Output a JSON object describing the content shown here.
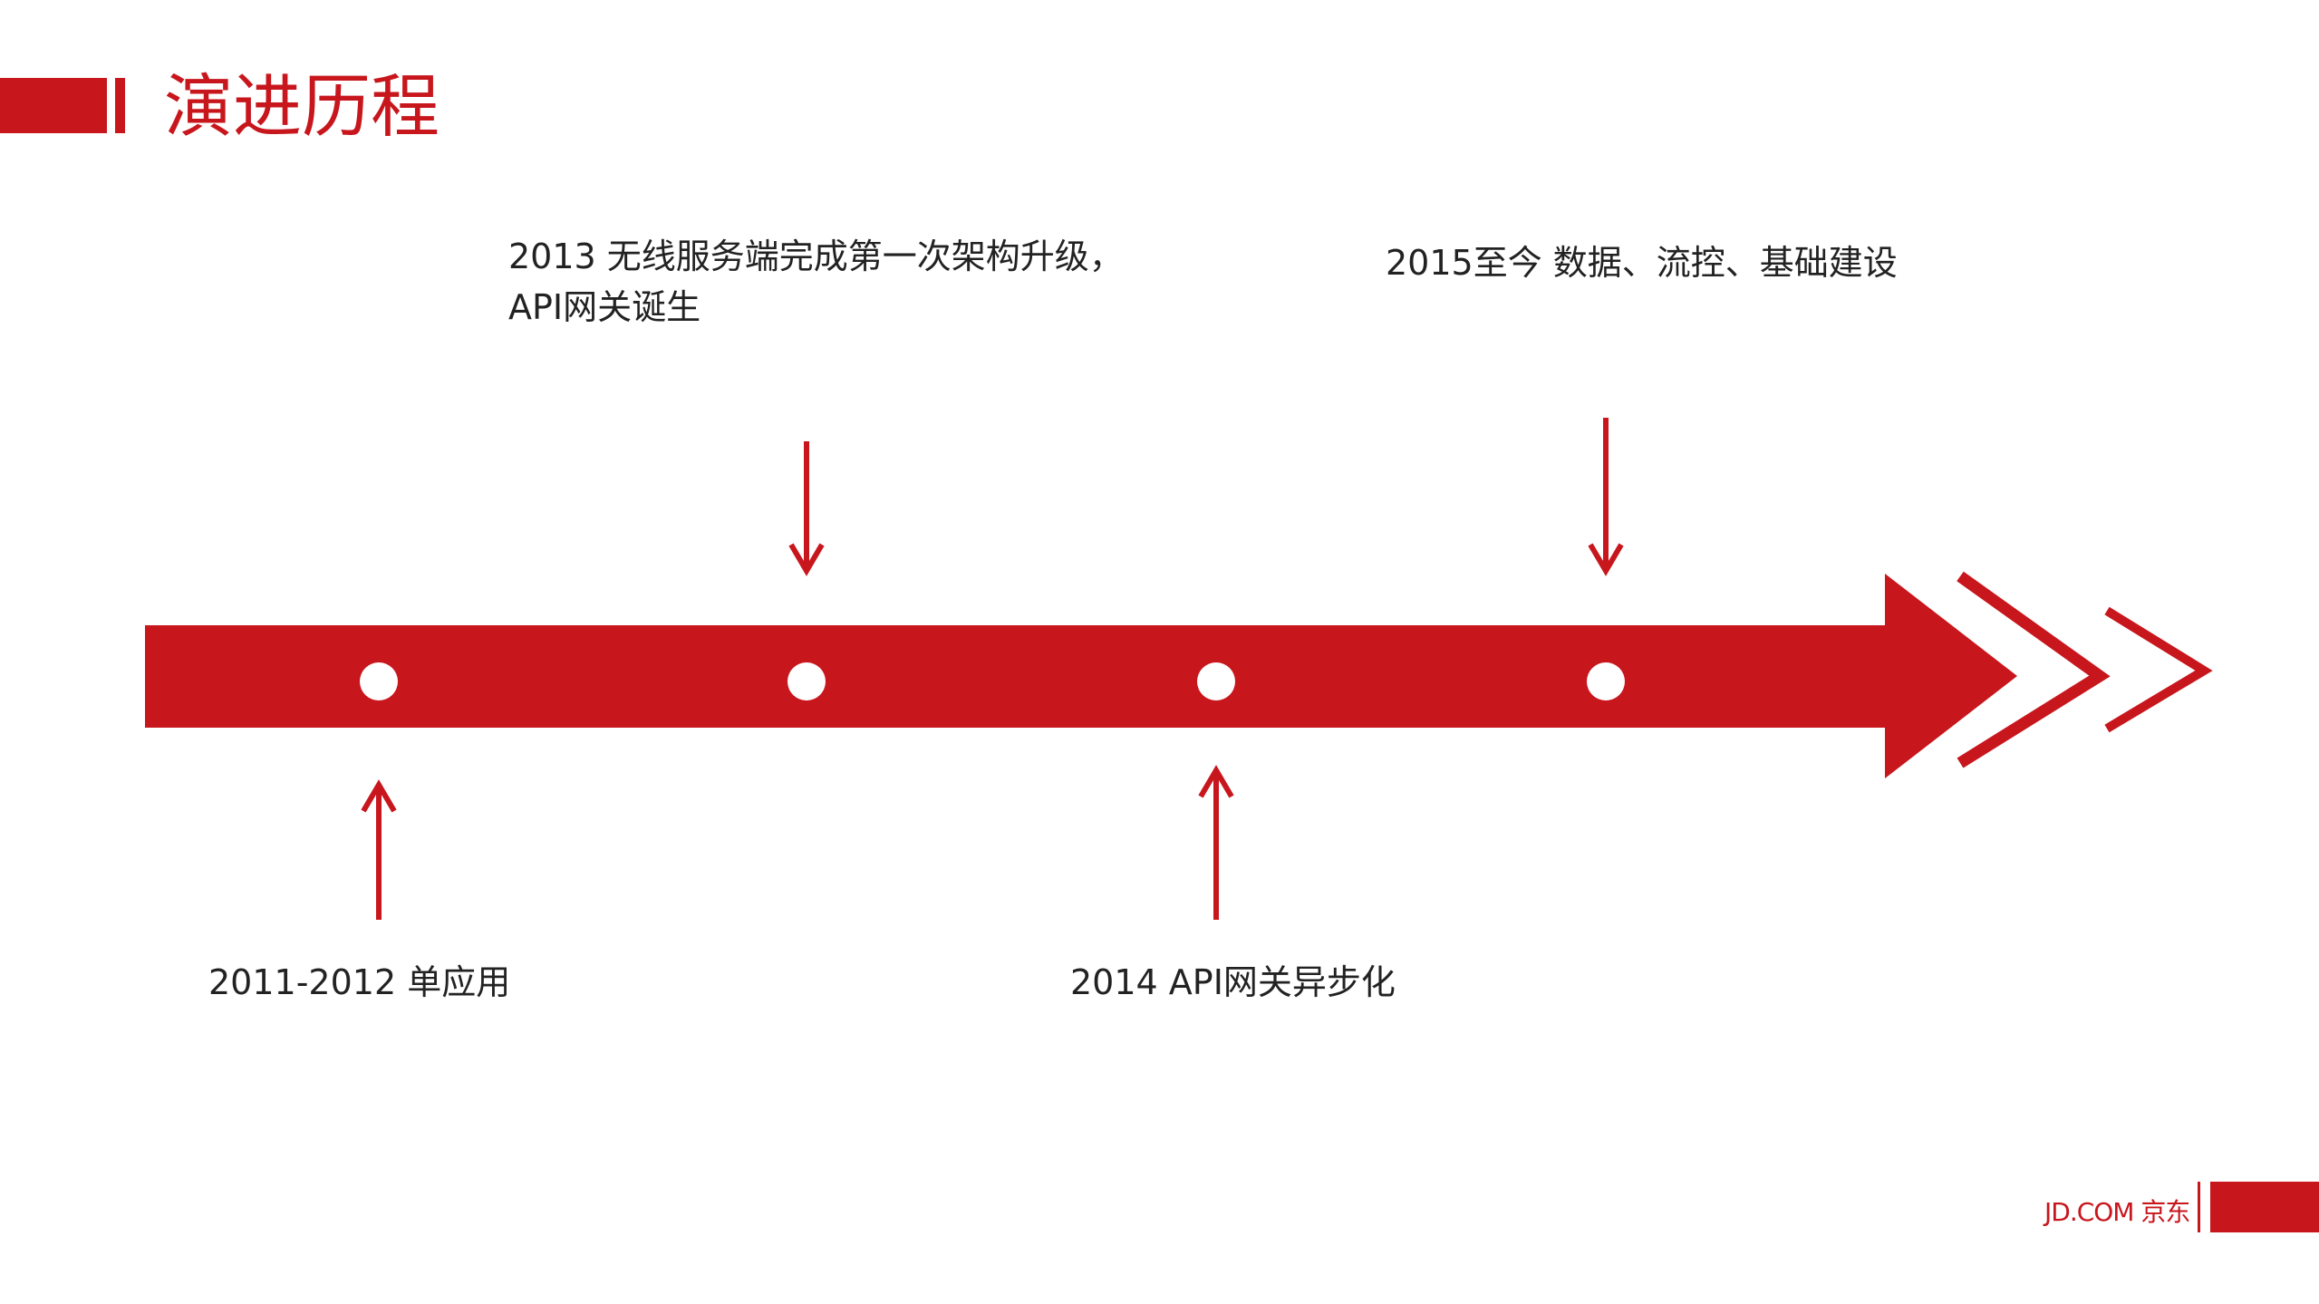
{
  "title": "演进历程",
  "accent_color": "#c8161d",
  "timeline": {
    "events": [
      {
        "id": "2011",
        "text": "2011-2012 单应用",
        "arrow": "up"
      },
      {
        "id": "2013",
        "line1": "2013 无线服务端完成第一次架构升级，",
        "line2": "API网关诞生",
        "arrow": "down"
      },
      {
        "id": "2014",
        "text": "2014 API网关异步化",
        "arrow": "up"
      },
      {
        "id": "2015",
        "text": "2015至今 数据、流控、基础建设",
        "arrow": "down"
      }
    ]
  },
  "footer": {
    "logo": "JD.COM 京东"
  }
}
